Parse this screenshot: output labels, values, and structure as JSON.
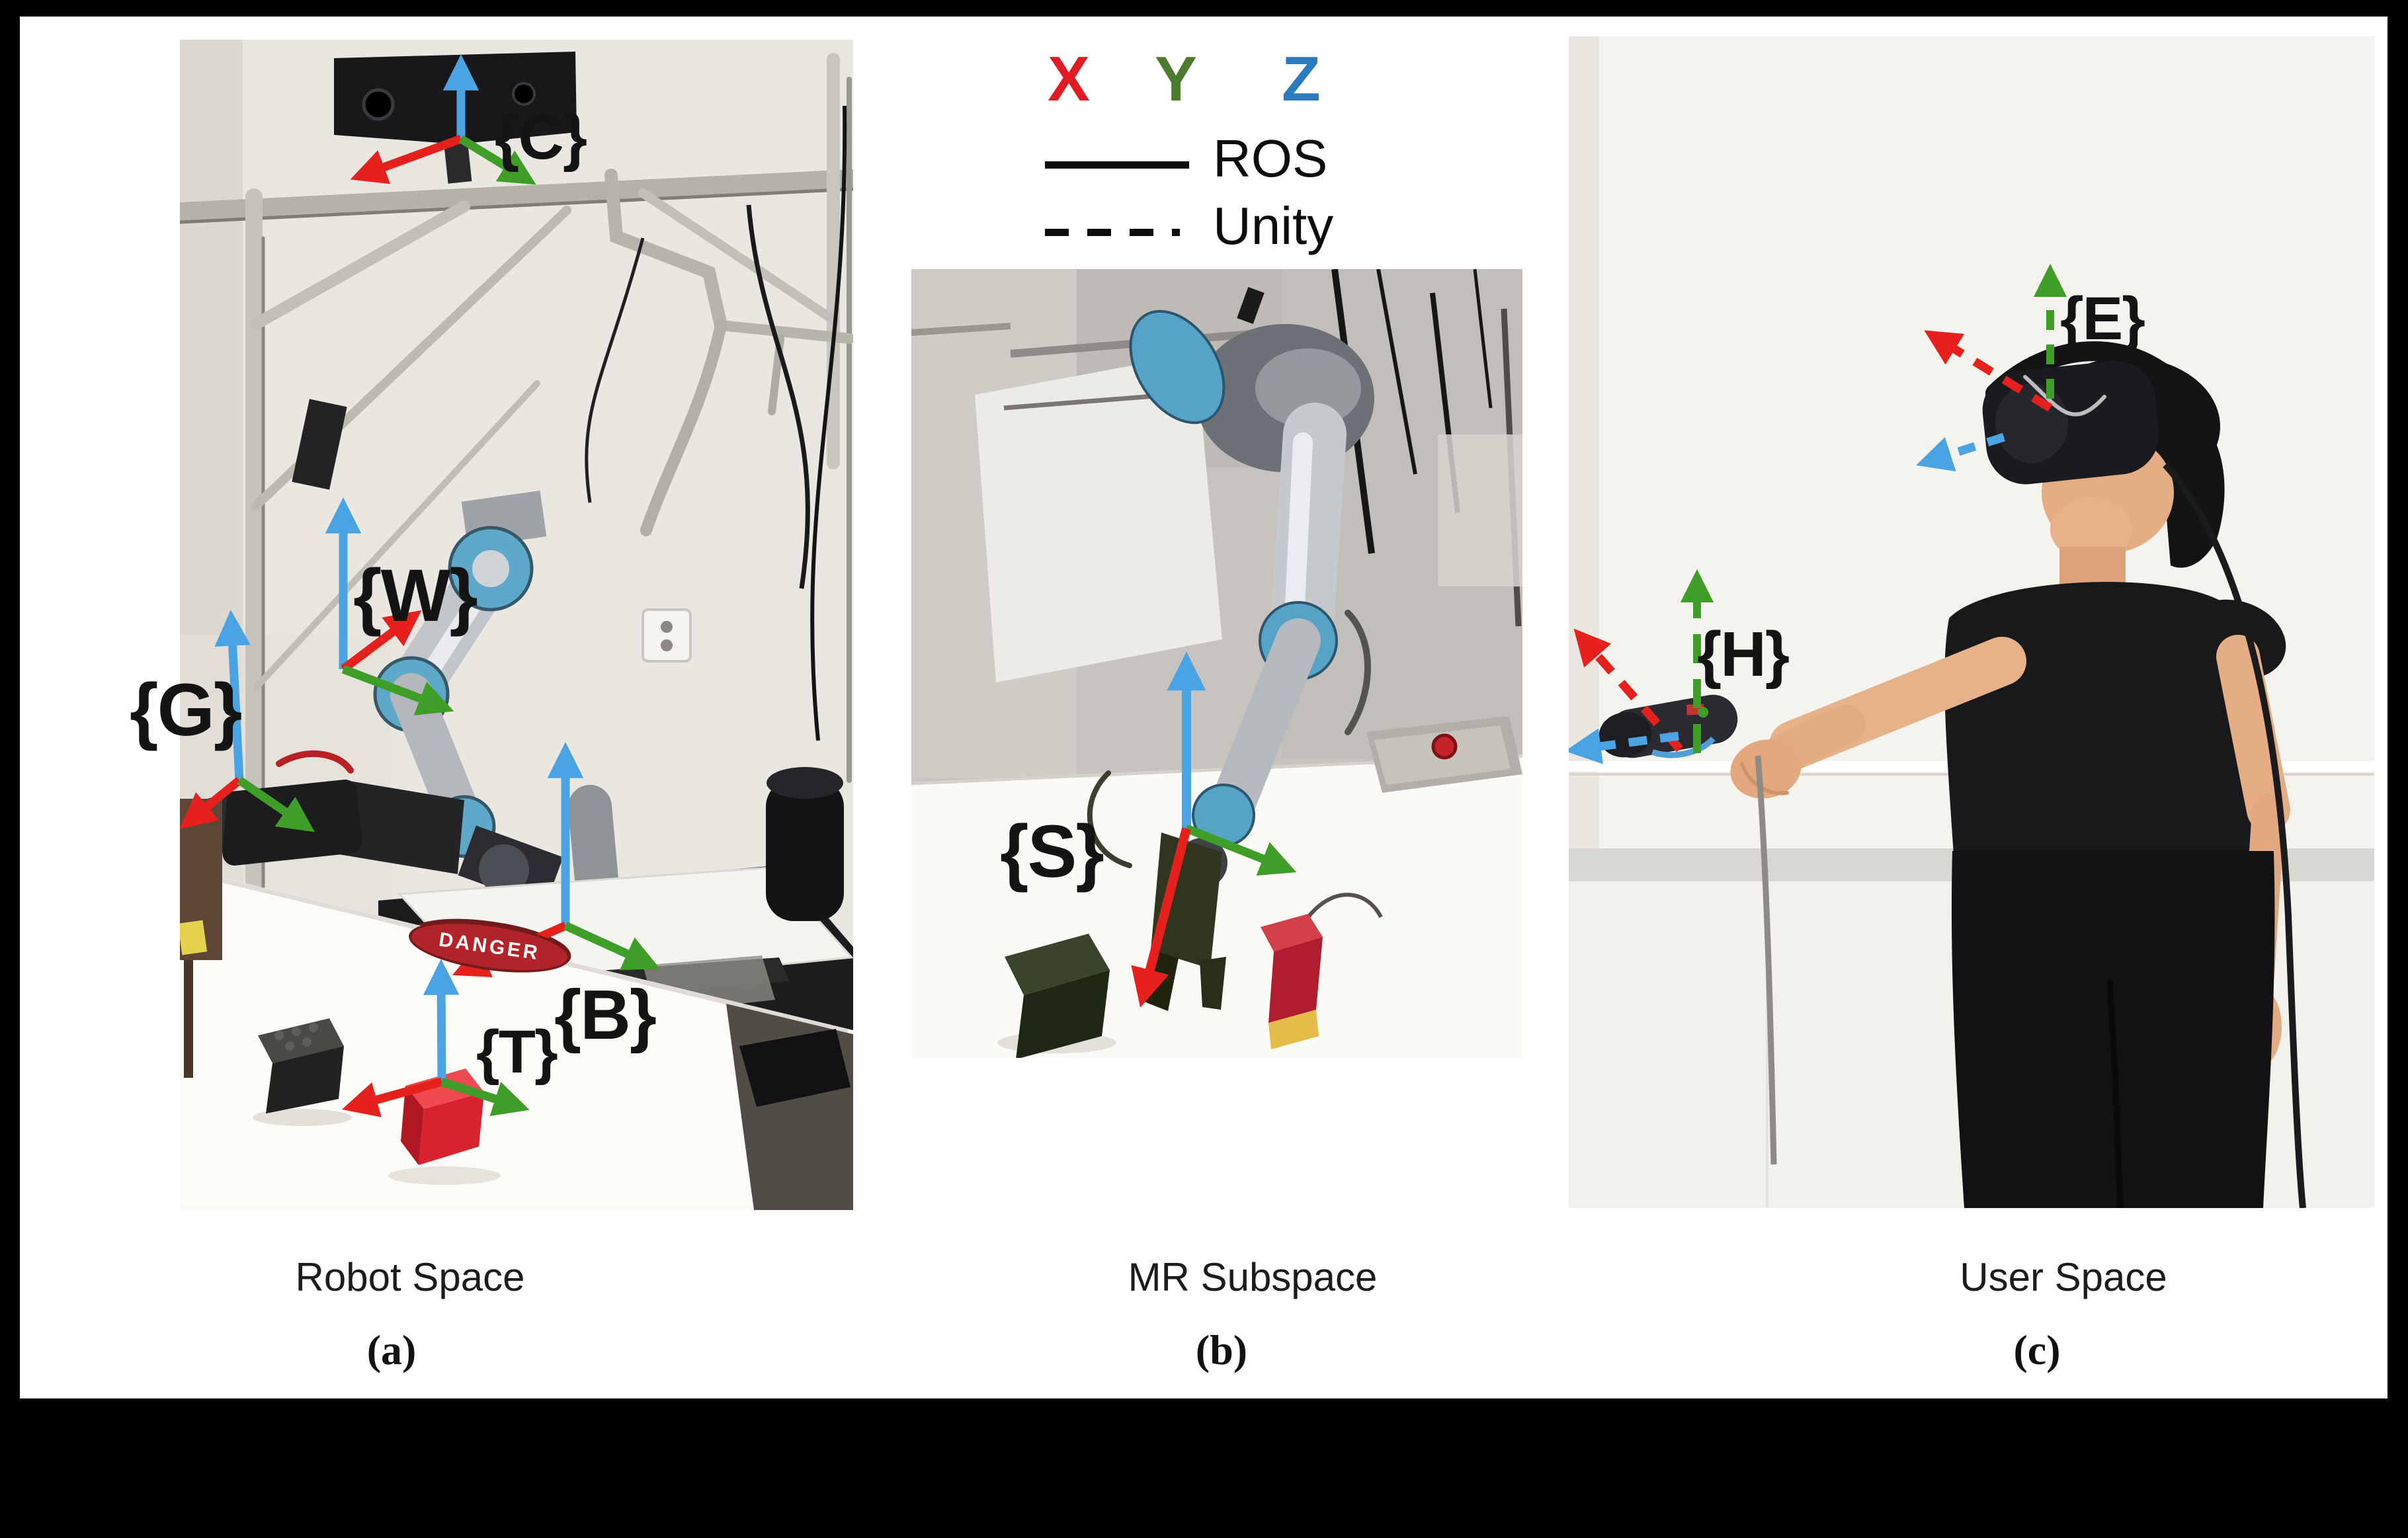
{
  "figure_title_area": {
    "captions": {
      "a": "Robot Space",
      "b": "MR Subspace",
      "c": "User Space"
    },
    "index_labels": {
      "a": "(a)",
      "b": "(b)",
      "c": "(c)"
    }
  },
  "panels": {
    "a": {
      "caption": "Robot Space",
      "index": "(a)",
      "frames": {
        "camera": "{C}",
        "wrist": "{W}",
        "gripper": "{G}",
        "base": "{B}",
        "target": "{T}"
      },
      "danger_sign": "DANGER"
    },
    "b": {
      "caption": "MR Subspace",
      "index": "(b)",
      "frames": {
        "subspace": "{S}"
      },
      "legend": {
        "axes": {
          "x": "X",
          "y": "Y",
          "z": "Z"
        },
        "entries": [
          {
            "label": "ROS",
            "style": "solid"
          },
          {
            "label": "Unity",
            "style": "dashed"
          }
        ]
      }
    },
    "c": {
      "caption": "User Space",
      "index": "(c)",
      "frames": {
        "headset": "{E}",
        "hand_controller": "{H}"
      }
    }
  },
  "theme": {
    "axis-x": "#e5201d",
    "axis-y": "#3f9e28",
    "axis-z": "#4aa4e4",
    "legend-x": "#e01b24",
    "legend-y": "#4c7a2e",
    "legend-z": "#2b7bbf",
    "ink": "#0d0d0d",
    "page-bg": "#000000",
    "figure-bg": "#ffffff"
  }
}
